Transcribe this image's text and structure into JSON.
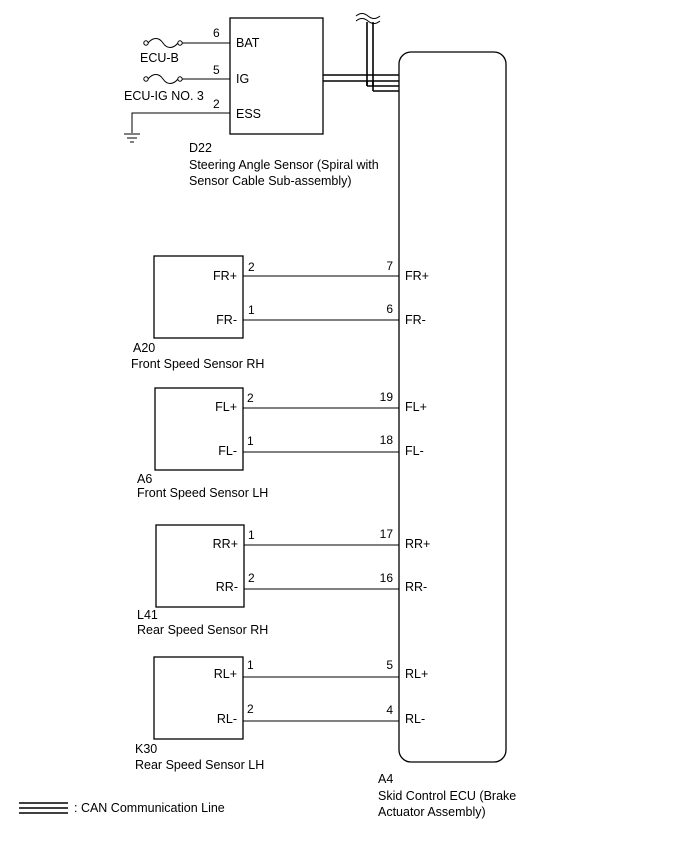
{
  "steering_sensor": {
    "code": "D22",
    "name_line1": "Steering Angle Sensor (Spiral with",
    "name_line2": "Sensor Cable Sub-assembly)",
    "pins": [
      {
        "pin": "6",
        "signal": "BAT",
        "source": "ECU-B"
      },
      {
        "pin": "5",
        "signal": "IG",
        "source": "ECU-IG NO. 3"
      },
      {
        "pin": "2",
        "signal": "ESS"
      }
    ]
  },
  "ecu": {
    "code": "A4",
    "name_line1": "Skid Control ECU (Brake",
    "name_line2": "Actuator Assembly)"
  },
  "sensors": [
    {
      "code": "A20",
      "name": "Front Speed Sensor RH",
      "wires": [
        {
          "sensor_pin": "2",
          "sensor_signal": "FR+",
          "ecu_pin": "7",
          "ecu_signal": "FR+"
        },
        {
          "sensor_pin": "1",
          "sensor_signal": "FR-",
          "ecu_pin": "6",
          "ecu_signal": "FR-"
        }
      ]
    },
    {
      "code": "A6",
      "name": "Front Speed Sensor LH",
      "wires": [
        {
          "sensor_pin": "2",
          "sensor_signal": "FL+",
          "ecu_pin": "19",
          "ecu_signal": "FL+"
        },
        {
          "sensor_pin": "1",
          "sensor_signal": "FL-",
          "ecu_pin": "18",
          "ecu_signal": "FL-"
        }
      ]
    },
    {
      "code": "L41",
      "name": "Rear Speed Sensor RH",
      "wires": [
        {
          "sensor_pin": "1",
          "sensor_signal": "RR+",
          "ecu_pin": "17",
          "ecu_signal": "RR+"
        },
        {
          "sensor_pin": "2",
          "sensor_signal": "RR-",
          "ecu_pin": "16",
          "ecu_signal": "RR-"
        }
      ]
    },
    {
      "code": "K30",
      "name": "Rear Speed Sensor LH",
      "wires": [
        {
          "sensor_pin": "1",
          "sensor_signal": "RL+",
          "ecu_pin": "5",
          "ecu_signal": "RL+"
        },
        {
          "sensor_pin": "2",
          "sensor_signal": "RL-",
          "ecu_pin": "4",
          "ecu_signal": "RL-"
        }
      ]
    }
  ],
  "legend": {
    "text": ": CAN Communication Line"
  }
}
